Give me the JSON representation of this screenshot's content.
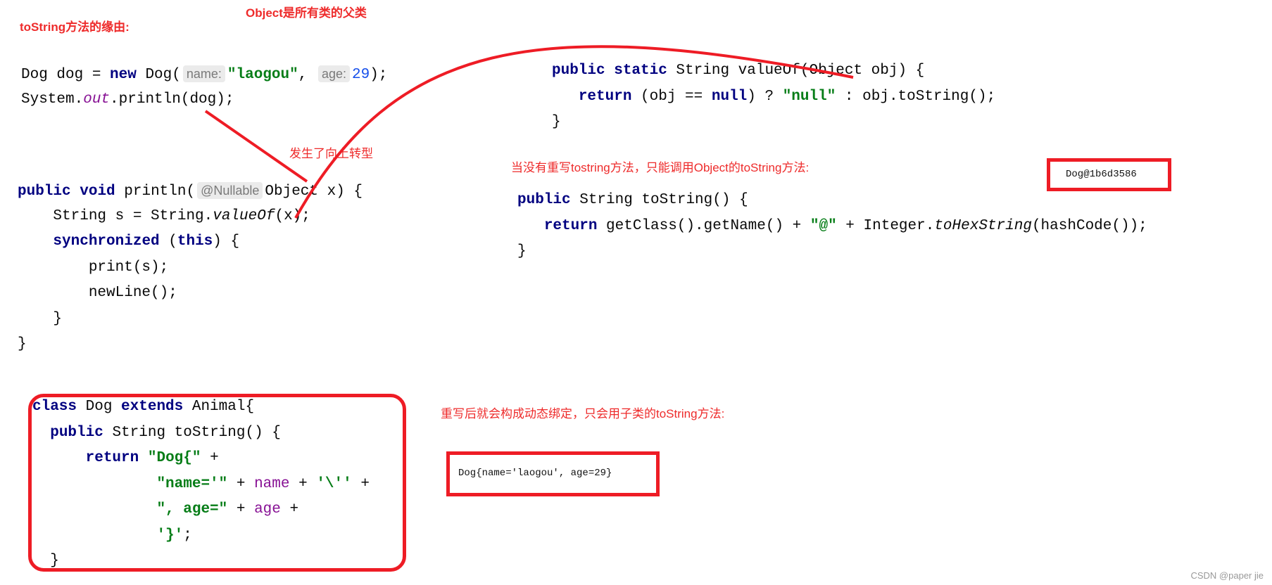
{
  "notes": {
    "title": "toString方法的缘由:",
    "object_parent": "Object是所有类的父类",
    "upcast": "发生了向上转型",
    "no_override": "当没有重写tostring方法，只能调用Object的toString方法:",
    "override": "重写后就会构成动态绑定，只会用子类的toString方法:"
  },
  "outputs": {
    "default_tostring": "Dog@1b6d3586",
    "overridden_tostring": "Dog{name='laogou', age=29}"
  },
  "watermark": "CSDN @paper jie",
  "colors": {
    "accent_red": "#ee1c25",
    "keyword": "#000080",
    "string": "#067d17",
    "field": "#871094",
    "number": "#1750eb"
  },
  "code": {
    "main": [
      [
        [
          "Dog dog = ",
          "p"
        ],
        [
          "new",
          "k"
        ],
        [
          " Dog(",
          "p"
        ],
        [
          "name:",
          "h"
        ],
        [
          "\"laogou\"",
          "s"
        ],
        [
          ", ",
          "p"
        ],
        [
          "age:",
          "h"
        ],
        [
          "29",
          "n"
        ],
        [
          ");",
          "p"
        ]
      ],
      [
        [
          "System.",
          "p"
        ],
        [
          "out",
          "ip"
        ],
        [
          ".println(dog);",
          "p"
        ]
      ]
    ],
    "println": [
      [
        [
          "public",
          "k"
        ],
        [
          " ",
          "p"
        ],
        [
          "void",
          "k"
        ],
        [
          " println(",
          "p"
        ],
        [
          "@Nullable",
          "h"
        ],
        [
          "Object x) {",
          "p"
        ]
      ],
      [
        [
          "    String s = String.",
          "p"
        ],
        [
          "valueOf",
          "i"
        ],
        [
          "(x);",
          "p"
        ]
      ],
      [
        [
          "    ",
          "p"
        ],
        [
          "synchronized",
          "k"
        ],
        [
          " (",
          "p"
        ],
        [
          "this",
          "k"
        ],
        [
          ") {",
          "p"
        ]
      ],
      [
        [
          "        print(s);",
          "p"
        ]
      ],
      [
        [
          "        newLine();",
          "p"
        ]
      ],
      [
        [
          "    }",
          "p"
        ]
      ],
      [
        [
          "}",
          "p"
        ]
      ]
    ],
    "valueof": [
      [
        [
          "public static",
          "k"
        ],
        [
          " String valueOf(Object obj) {",
          "p"
        ]
      ],
      [
        [
          "   ",
          "p"
        ],
        [
          "return",
          "k"
        ],
        [
          " (obj == ",
          "p"
        ],
        [
          "null",
          "k"
        ],
        [
          ") ? ",
          "p"
        ],
        [
          "\"null\"",
          "s"
        ],
        [
          " : obj.toString();",
          "p"
        ]
      ],
      [
        [
          "}",
          "p"
        ]
      ]
    ],
    "object_tostring": [
      [
        [
          "public",
          "k"
        ],
        [
          " String toString() {",
          "p"
        ]
      ],
      [
        [
          "   ",
          "p"
        ],
        [
          "return",
          "k"
        ],
        [
          " getClass().getName() + ",
          "p"
        ],
        [
          "\"@\"",
          "s"
        ],
        [
          " + Integer.",
          "p"
        ],
        [
          "toHexString",
          "i"
        ],
        [
          "(hashCode());",
          "p"
        ]
      ],
      [
        [
          "}",
          "p"
        ]
      ]
    ],
    "dog_class": [
      [
        [
          "class",
          "k"
        ],
        [
          " Dog ",
          "p"
        ],
        [
          "extends",
          "k"
        ],
        [
          " Animal{",
          "p"
        ]
      ],
      [
        [
          "  ",
          "p"
        ],
        [
          "public",
          "k"
        ],
        [
          " String toString() {",
          "p"
        ]
      ],
      [
        [
          "      ",
          "p"
        ],
        [
          "return",
          "k"
        ],
        [
          " ",
          "p"
        ],
        [
          "\"Dog{\"",
          "s"
        ],
        [
          " +",
          "p"
        ]
      ],
      [
        [
          "              ",
          "p"
        ],
        [
          "\"name='\"",
          "s"
        ],
        [
          " + ",
          "p"
        ],
        [
          "name",
          "f"
        ],
        [
          " + ",
          "p"
        ],
        [
          "'\\''",
          "s"
        ],
        [
          " +",
          "p"
        ]
      ],
      [
        [
          "              ",
          "p"
        ],
        [
          "\", age=\"",
          "s"
        ],
        [
          " + ",
          "p"
        ],
        [
          "age",
          "f"
        ],
        [
          " +",
          "p"
        ]
      ],
      [
        [
          "              ",
          "p"
        ],
        [
          "'}'",
          "s"
        ],
        [
          ";",
          "p"
        ]
      ],
      [
        [
          "  }",
          "p"
        ]
      ]
    ]
  }
}
